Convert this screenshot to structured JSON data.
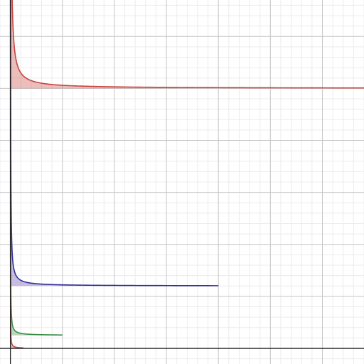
{
  "chart_data": {
    "type": "area",
    "title": "",
    "xlabel": "",
    "ylabel": "",
    "xlim": [
      -0.2,
      6.8
    ],
    "ylim": [
      -0.3,
      6.7
    ],
    "grid": true,
    "series": [
      {
        "color": "#c74440",
        "fill": "#c74440",
        "x_range": [
          0,
          6.8
        ],
        "baseline": 5.0,
        "curve": {
          "offset": 5.0,
          "coef": 0.06,
          "shift": 0.0
        }
      },
      {
        "color": "#2d2f96",
        "fill": "#6042a6",
        "x_range": [
          0,
          4.0
        ],
        "baseline": 1.2,
        "curve": {
          "offset": 1.2,
          "coef": 0.022,
          "shift": 0.0
        }
      },
      {
        "color": "#388c46",
        "fill": "#388c46",
        "x_range": [
          0,
          1.0
        ],
        "baseline": 0.25,
        "curve": {
          "offset": 0.25,
          "coef": 0.008,
          "shift": 0.0
        }
      },
      {
        "color": "#c74440",
        "fill": "#c74440",
        "x_range": [
          0,
          0.25
        ],
        "baseline": 0.0,
        "curve": {
          "offset": 0.0,
          "coef": 0.0025,
          "shift": 0.0
        }
      }
    ]
  }
}
